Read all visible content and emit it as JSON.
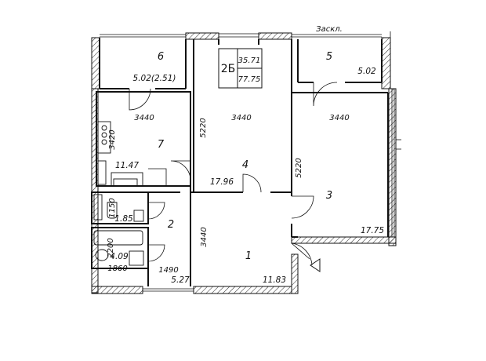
{
  "apartment": {
    "code": "2Б",
    "living_area": "35.71",
    "total_area": "77.75"
  },
  "balcony_label": "Заскл.",
  "rooms": [
    {
      "number": "1",
      "area": "11.83"
    },
    {
      "number": "2",
      "area": "5.27"
    },
    {
      "number": "3",
      "area": "17.75"
    },
    {
      "number": "4",
      "area": "17.96"
    },
    {
      "number": "5",
      "area": "5.02"
    },
    {
      "number": "6",
      "area": "5.02(2.51)"
    },
    {
      "number": "7",
      "area": "11.47"
    }
  ],
  "extra_areas": {
    "toilet": "1.85",
    "bathroom": "4.09"
  },
  "dimensions": {
    "room7_width": "3440",
    "room4_width": "3440",
    "room3_width": "3440",
    "room7_depth": "3420",
    "room4_depth": "5220",
    "room3_depth": "5220",
    "toilet_depth": "1150",
    "bath_depth": "2200",
    "bath_width": "1860",
    "hall_width": "1490",
    "room1_depth": "3440"
  }
}
